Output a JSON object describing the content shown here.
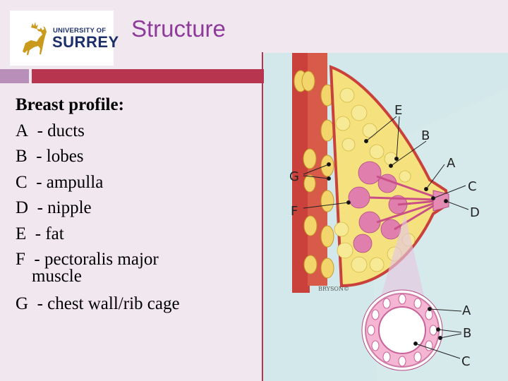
{
  "header": {
    "title": "Structure",
    "logo_line1": "UNIVERSITY OF",
    "logo_line2": "SURREY"
  },
  "content": {
    "heading": "Breast profile:",
    "items": [
      {
        "letter": "A",
        "text": "- ducts"
      },
      {
        "letter": "B",
        "text": "- lobes"
      },
      {
        "letter": "C",
        "text": "- ampulla"
      },
      {
        "letter": "D",
        "text": "- nipple"
      },
      {
        "letter": "E",
        "text": "- fat"
      },
      {
        "letter": "F",
        "text": "- pectoralis major"
      },
      {
        "letter": "G",
        "text": "- chest wall/rib cage"
      }
    ],
    "item_f_continuation": "muscle"
  },
  "diagram": {
    "labels": {
      "E": "E",
      "B": "B",
      "A": "A",
      "G": "G",
      "C": "C",
      "F": "F",
      "D": "D"
    },
    "inset_labels": {
      "A": "A",
      "B": "B",
      "C": "C"
    },
    "credit": "BRYSON©"
  },
  "colors": {
    "background": "#f1e7ef",
    "title": "#8e3a9a",
    "accent_bar": "#b7354f",
    "accent_bar_light": "#b78fb9",
    "logo_blue": "#1c2f6b"
  }
}
